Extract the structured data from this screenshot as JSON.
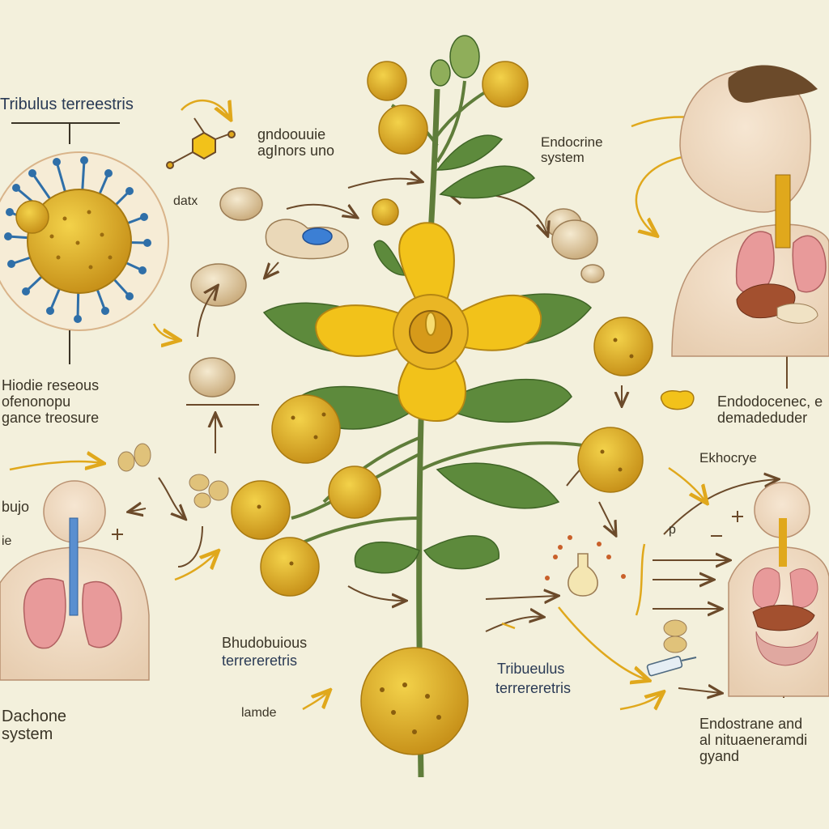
{
  "labels": {
    "tribulus_top": "Tribulus terreestris",
    "gndoouie": "gndoouuie\nagInors uno",
    "data": "datx",
    "endocrine_system": "Endocrine\nsystem",
    "hiodie": "Hiodie reseous\nofenonopu\ngance treosure",
    "endodocenec": "Endodocenec, e\ndemadeduder",
    "ekhocrye": "Ekhocrye",
    "bujo": "bujo",
    "ie": "ie",
    "p_mark": "p",
    "bhudobuious": "Bhudobuious",
    "terrereretris_left": "terrereretris",
    "tribueulus": "Tribueulus",
    "terrereretris_right": "terrereretris",
    "iamde": "lamde",
    "dachone": "Dachone\nsystem",
    "endostrane": "Endostrane and\nal nituaeneramdi\ngyand"
  },
  "colors": {
    "background": "#f3f0dc",
    "petal": "#f2c21a",
    "fruit": "#d9a91c",
    "leaf": "#5d8a3c",
    "stem": "#5f7d3a",
    "arrow_dark": "#6b4a2a",
    "arrow_gold": "#e0a81c",
    "virus_spike": "#2f6fa8",
    "lung": "#e89a9a"
  },
  "icons": [
    "plant-icon",
    "flower-icon",
    "virus-icon",
    "molecule-icon",
    "seed-icon",
    "capsule-icon",
    "syringe-icon",
    "flask-icon",
    "human-torso-icon",
    "lungs-icon",
    "organs-icon"
  ]
}
